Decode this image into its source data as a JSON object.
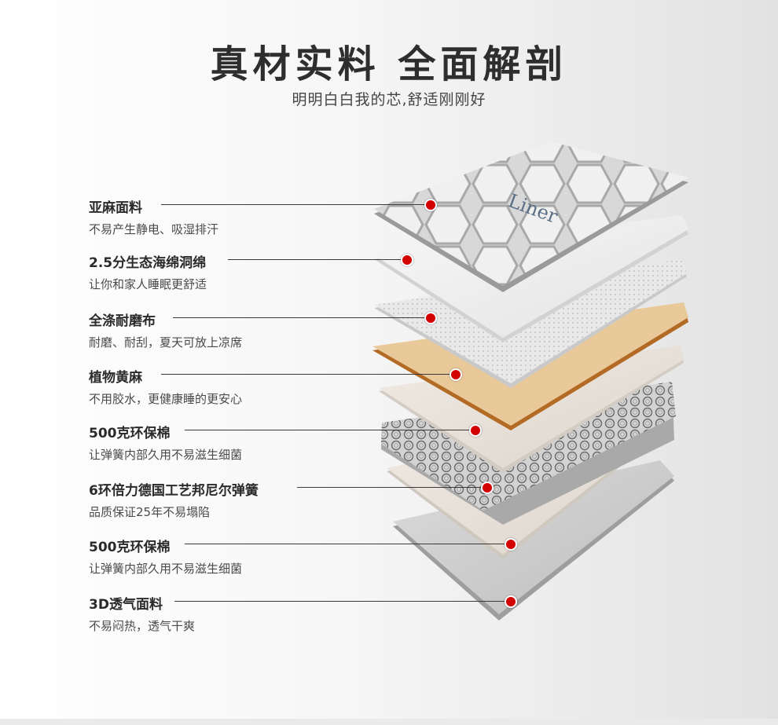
{
  "header": {
    "title": "真材实料 全面解剖",
    "subtitle": "明明白白我的芯,舒适刚刚好"
  },
  "colors": {
    "marker": "#d20000",
    "title": "#2e2e2e",
    "jute": "#e9c99a",
    "jute_edge": "#b36a24"
  },
  "top_layer_logo": "Liner",
  "layers": [
    {
      "name": "亚麻面料",
      "desc": "不易产生静电、吸湿排汗"
    },
    {
      "name": "2.5分生态海绵洞绵",
      "desc": "让你和家人睡眠更舒适"
    },
    {
      "name": "全涤耐磨布",
      "desc": "耐磨、耐刮，夏天可放上凉席"
    },
    {
      "name": "植物黄麻",
      "desc": "不用胶水，更健康睡的更安心"
    },
    {
      "name": "500克环保棉",
      "desc": "让弹簧内部久用不易滋生细菌"
    },
    {
      "name": "6环倍力德国工艺邦尼尔弹簧",
      "desc": "品质保证25年不易塌陷"
    },
    {
      "name": "500克环保棉",
      "desc": "让弹簧内部久用不易滋生细菌"
    },
    {
      "name": "3D透气面料",
      "desc": "不易闷热，透气干爽"
    }
  ]
}
